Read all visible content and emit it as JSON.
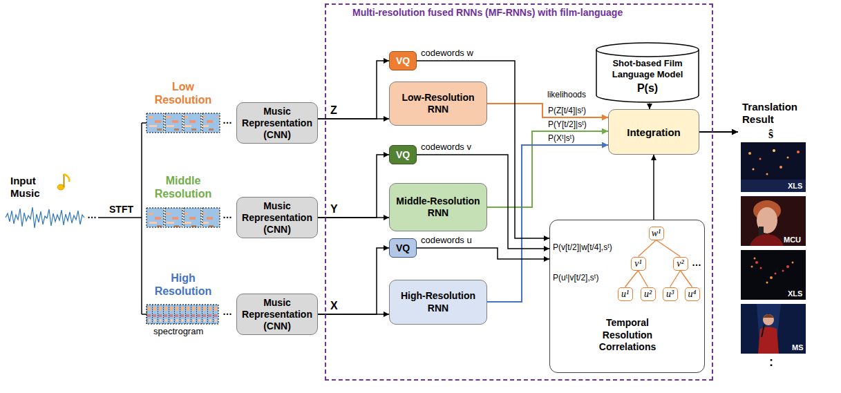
{
  "diagram": {
    "nodes": [
      {
        "text": [
          "Multi-resolution fused RNNs (MF-RNNs) with film-language"
        ]
      },
      {
        "text": [
          "Music Representation (CNN)"
        ]
      },
      {
        "text": [
          "Music Representation (CNN)"
        ]
      },
      {
        "text": [
          "Music Representation (CNN)"
        ]
      },
      {
        "text": [
          "VQ"
        ],
        "in": 0
      },
      {
        "text": [
          "Low-Resolution RNN"
        ],
        "in": 0
      },
      {
        "text": [
          "VQ"
        ],
        "in": 0
      },
      {
        "text": [
          "Middle-Resolution RNN"
        ],
        "in": 0
      },
      {
        "text": [
          "VQ"
        ],
        "in": 0
      },
      {
        "text": [
          "High-Resolution RNN"
        ],
        "in": 0
      },
      {
        "text": [
          "Shot-based Film Language Model",
          "P(s)"
        ],
        "in": 0
      },
      {
        "text": [
          "Integration"
        ],
        "in": 0
      },
      {
        "text": [
          "Temporal Resolution Correlations"
        ],
        "in": 0
      },
      {
        "text": [
          "w¹"
        ],
        "in": 12
      },
      {
        "text": [
          "v¹"
        ],
        "in": 12
      },
      {
        "text": [
          "v²"
        ],
        "in": 12
      },
      {
        "text": [
          "u¹"
        ],
        "in": 12
      },
      {
        "text": [
          "u²"
        ],
        "in": 12
      },
      {
        "text": [
          "u³"
        ],
        "in": 12
      },
      {
        "text": [
          "u⁴"
        ],
        "in": 12
      }
    ],
    "edges": [
      {
        "from": 1,
        "to": 4,
        "arrow": "to"
      },
      {
        "from": 1,
        "to": 5,
        "arrow": "to"
      },
      {
        "from": 2,
        "to": 6,
        "arrow": "to"
      },
      {
        "from": 2,
        "to": 7,
        "arrow": "to"
      },
      {
        "from": 3,
        "to": 8,
        "arrow": "to"
      },
      {
        "from": 3,
        "to": 9,
        "arrow": "to"
      },
      {
        "from": 5,
        "to": 11,
        "arrow": "to",
        "label": "P(Z[t/4]|sᵗ)"
      },
      {
        "from": 7,
        "to": 11,
        "arrow": "to",
        "label": "P(Y[t/2]|sᵗ)"
      },
      {
        "from": 9,
        "to": 11,
        "arrow": "to",
        "label": "P(Xᵗ|sᵗ)"
      },
      {
        "from": 4,
        "to": 12,
        "arrow": "to"
      },
      {
        "from": 6,
        "to": 12,
        "arrow": "to"
      },
      {
        "from": 8,
        "to": 12,
        "arrow": "to"
      },
      {
        "from": 10,
        "to": 11,
        "arrow": "to"
      },
      {
        "from": 12,
        "to": 11,
        "arrow": "to"
      },
      {
        "from": 13,
        "to": 14,
        "arrow": "none"
      },
      {
        "from": 13,
        "to": 15,
        "arrow": "none"
      },
      {
        "from": 14,
        "to": 16,
        "arrow": "none"
      },
      {
        "from": 14,
        "to": 17,
        "arrow": "none"
      },
      {
        "from": 15,
        "to": 18,
        "arrow": "none"
      },
      {
        "from": 15,
        "to": 19,
        "arrow": "none"
      }
    ],
    "labels": [
      "Input Music",
      "STFT",
      "…",
      "Low Resolution",
      "…",
      "Middle Resolution",
      "…",
      "High Resolution",
      "…",
      "spectrogram",
      "Z",
      "Y",
      "X",
      "codewords w",
      "codewords v",
      "codewords u",
      "likelihoods",
      "P(v[t/2]|w[t/4],sᵗ)",
      "P(uᵗ|v[t/2],sᵗ)",
      "…",
      "Translation Result",
      "ŝ",
      "XLS",
      "MCU",
      "XLS",
      "MS",
      ":"
    ]
  }
}
